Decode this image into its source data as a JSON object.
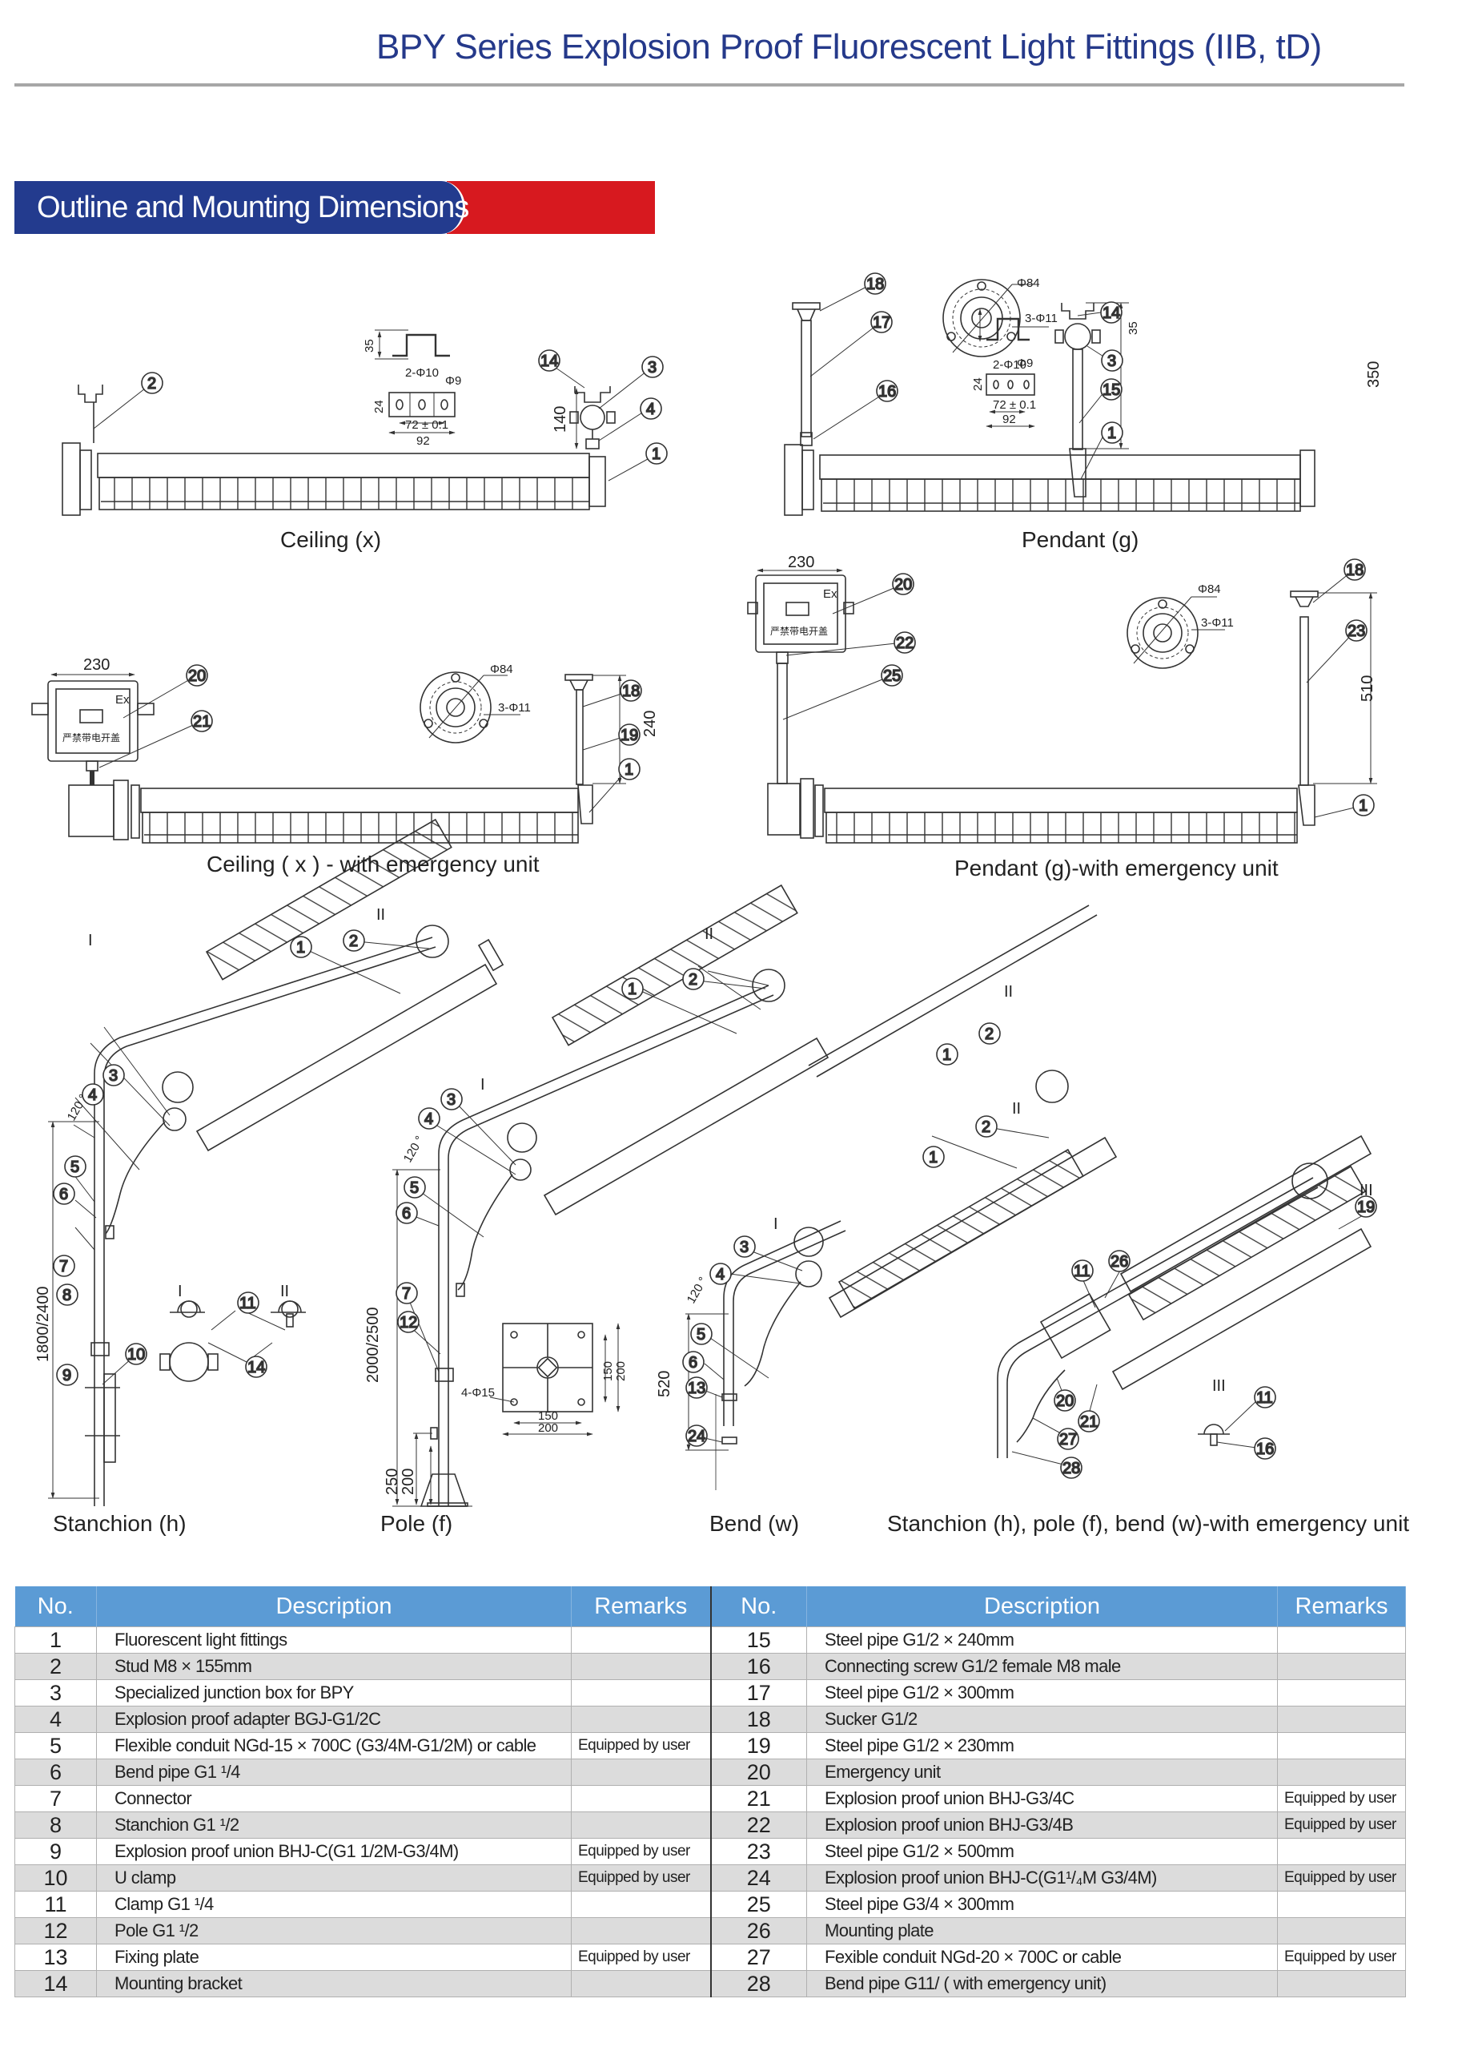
{
  "page": {
    "title": "BPY Series Explosion Proof Fluorescent Light Fittings (IIB, tD)",
    "section_title": "Outline and Mounting Dimensions",
    "colors": {
      "title_blue": "#25398a",
      "banner_blue": "#233b8e",
      "banner_red": "#d7191f",
      "table_header": "#5b9bd5",
      "row_alt": "#dcdcdc"
    }
  },
  "drawings": {
    "ceiling": {
      "caption": "Ceiling (x)",
      "callouts": [
        "2",
        "14",
        "3",
        "4",
        "1"
      ],
      "bracket_dims": {
        "height": "35",
        "holes": "2-Φ10",
        "slot": "Φ9",
        "width": "24",
        "pitch": "72 ± 0.1",
        "length": "92"
      },
      "height_dim": "140"
    },
    "pendant": {
      "caption": "Pendant (g)",
      "callouts": [
        "18",
        "17",
        "16",
        "14",
        "3",
        "15",
        "1"
      ],
      "flange_dims": {
        "diameter": "Φ84",
        "holes": "3-Φ11"
      },
      "bracket_dims": {
        "height": "35",
        "holes": "2-Φ10",
        "slot": "Φ9",
        "width": "24",
        "pitch": "72 ± 0.1",
        "length": "92"
      },
      "height_dim": "350"
    },
    "ceiling_emergency": {
      "caption": "Ceiling ( x ) - with emergency unit",
      "callouts": [
        "20",
        "21",
        "18",
        "19",
        "1"
      ],
      "box_width": "230",
      "box_label_ex": "Ex",
      "box_label_cn": "严禁带电开盖",
      "flange_dims": {
        "diameter": "Φ84",
        "holes": "3-Φ11"
      },
      "height_dim": "240"
    },
    "pendant_emergency": {
      "caption": "Pendant (g)-with emergency unit",
      "callouts": [
        "20",
        "22",
        "25",
        "18",
        "23",
        "1"
      ],
      "box_width": "230",
      "box_label_ex": "Ex",
      "box_label_cn": "严禁带电开盖",
      "flange_dims": {
        "diameter": "Φ84",
        "holes": "3-Φ11"
      },
      "height_dim": "510"
    },
    "stanchion": {
      "caption": "Stanchion (h)",
      "callouts": [
        "1",
        "2",
        "3",
        "4",
        "5",
        "6",
        "7",
        "8",
        "9",
        "10",
        "11",
        "14"
      ],
      "detail_labels": [
        "I",
        "II"
      ],
      "angle": "120 °",
      "height_dim": "1800/2400"
    },
    "pole": {
      "caption": "Pole (f)",
      "callouts": [
        "1",
        "2",
        "3",
        "4",
        "5",
        "6",
        "7",
        "12"
      ],
      "detail_labels": [
        "I",
        "II"
      ],
      "angle": "120 °",
      "height_dim": "2000/2500",
      "base_dims": [
        "250",
        "200"
      ],
      "plate_dims": {
        "holes": "4-Φ15",
        "inner": "150",
        "outer": "200"
      }
    },
    "bend": {
      "caption": "Bend (w)",
      "callouts": [
        "1",
        "2",
        "3",
        "4",
        "5",
        "6",
        "13",
        "24"
      ],
      "detail_labels": [
        "I",
        "II"
      ],
      "angle": "120 °",
      "height_dim": "520"
    },
    "emergency_variants": {
      "caption": "Stanchion (h), pole (f), bend (w)-with emergency unit",
      "callouts": [
        "1",
        "2",
        "11",
        "26",
        "19",
        "20",
        "21",
        "27",
        "28",
        "11",
        "16"
      ],
      "detail_labels": [
        "II",
        "III",
        "III"
      ]
    }
  },
  "parts_table": {
    "headers": {
      "no": "No.",
      "description": "Description",
      "remarks": "Remarks"
    },
    "left": [
      {
        "no": "1",
        "description": "Fluorescent light fittings",
        "remarks": ""
      },
      {
        "no": "2",
        "description": "Stud M8 × 155mm",
        "remarks": ""
      },
      {
        "no": "3",
        "description": "Specialized junction box for BPY",
        "remarks": ""
      },
      {
        "no": "4",
        "description": "Explosion proof adapter BGJ-G1/2C",
        "remarks": ""
      },
      {
        "no": "5",
        "description": "Flexible conduit NGd-15 × 700C (G3/4M-G1/2M) or cable",
        "remarks": "Equipped by user"
      },
      {
        "no": "6",
        "description": "Bend pipe G1 ¹/4",
        "remarks": ""
      },
      {
        "no": "7",
        "description": "Connector",
        "remarks": ""
      },
      {
        "no": "8",
        "description": "Stanchion G1 ¹/2",
        "remarks": ""
      },
      {
        "no": "9",
        "description": "Explosion proof union BHJ-C(G1 1/2M-G3/4M)",
        "remarks": "Equipped by user"
      },
      {
        "no": "10",
        "description": "U clamp",
        "remarks": "Equipped by user"
      },
      {
        "no": "11",
        "description": "Clamp G1 ¹/4",
        "remarks": ""
      },
      {
        "no": "12",
        "description": "Pole G1 ¹/2",
        "remarks": ""
      },
      {
        "no": "13",
        "description": "Fixing plate",
        "remarks": "Equipped by user"
      },
      {
        "no": "14",
        "description": "Mounting bracket",
        "remarks": ""
      }
    ],
    "right": [
      {
        "no": "15",
        "description": "Steel pipe G1/2 × 240mm",
        "remarks": ""
      },
      {
        "no": "16",
        "description": "Connecting screw G1/2 female M8 male",
        "remarks": ""
      },
      {
        "no": "17",
        "description": "Steel pipe G1/2 × 300mm",
        "remarks": ""
      },
      {
        "no": "18",
        "description": "Sucker G1/2",
        "remarks": ""
      },
      {
        "no": "19",
        "description": "Steel pipe G1/2 × 230mm",
        "remarks": ""
      },
      {
        "no": "20",
        "description": "Emergency unit",
        "remarks": ""
      },
      {
        "no": "21",
        "description": "Explosion proof union BHJ-G3/4C",
        "remarks": "Equipped by user"
      },
      {
        "no": "22",
        "description": "Explosion proof union BHJ-G3/4B",
        "remarks": "Equipped by user"
      },
      {
        "no": "23",
        "description": "Steel pipe G1/2 × 500mm",
        "remarks": ""
      },
      {
        "no": "24",
        "description": "Explosion proof union BHJ-C(G1¹/₄M G3/4M)",
        "remarks": "Equipped by user"
      },
      {
        "no": "25",
        "description": "Steel pipe G3/4 × 300mm",
        "remarks": ""
      },
      {
        "no": "26",
        "description": "Mounting plate",
        "remarks": ""
      },
      {
        "no": "27",
        "description": "Fexible conduit  NGd-20 × 700C or cable",
        "remarks": "Equipped by user"
      },
      {
        "no": "28",
        "description": "Bend pipe G11/ ( with emergency unit)",
        "remarks": ""
      }
    ]
  }
}
